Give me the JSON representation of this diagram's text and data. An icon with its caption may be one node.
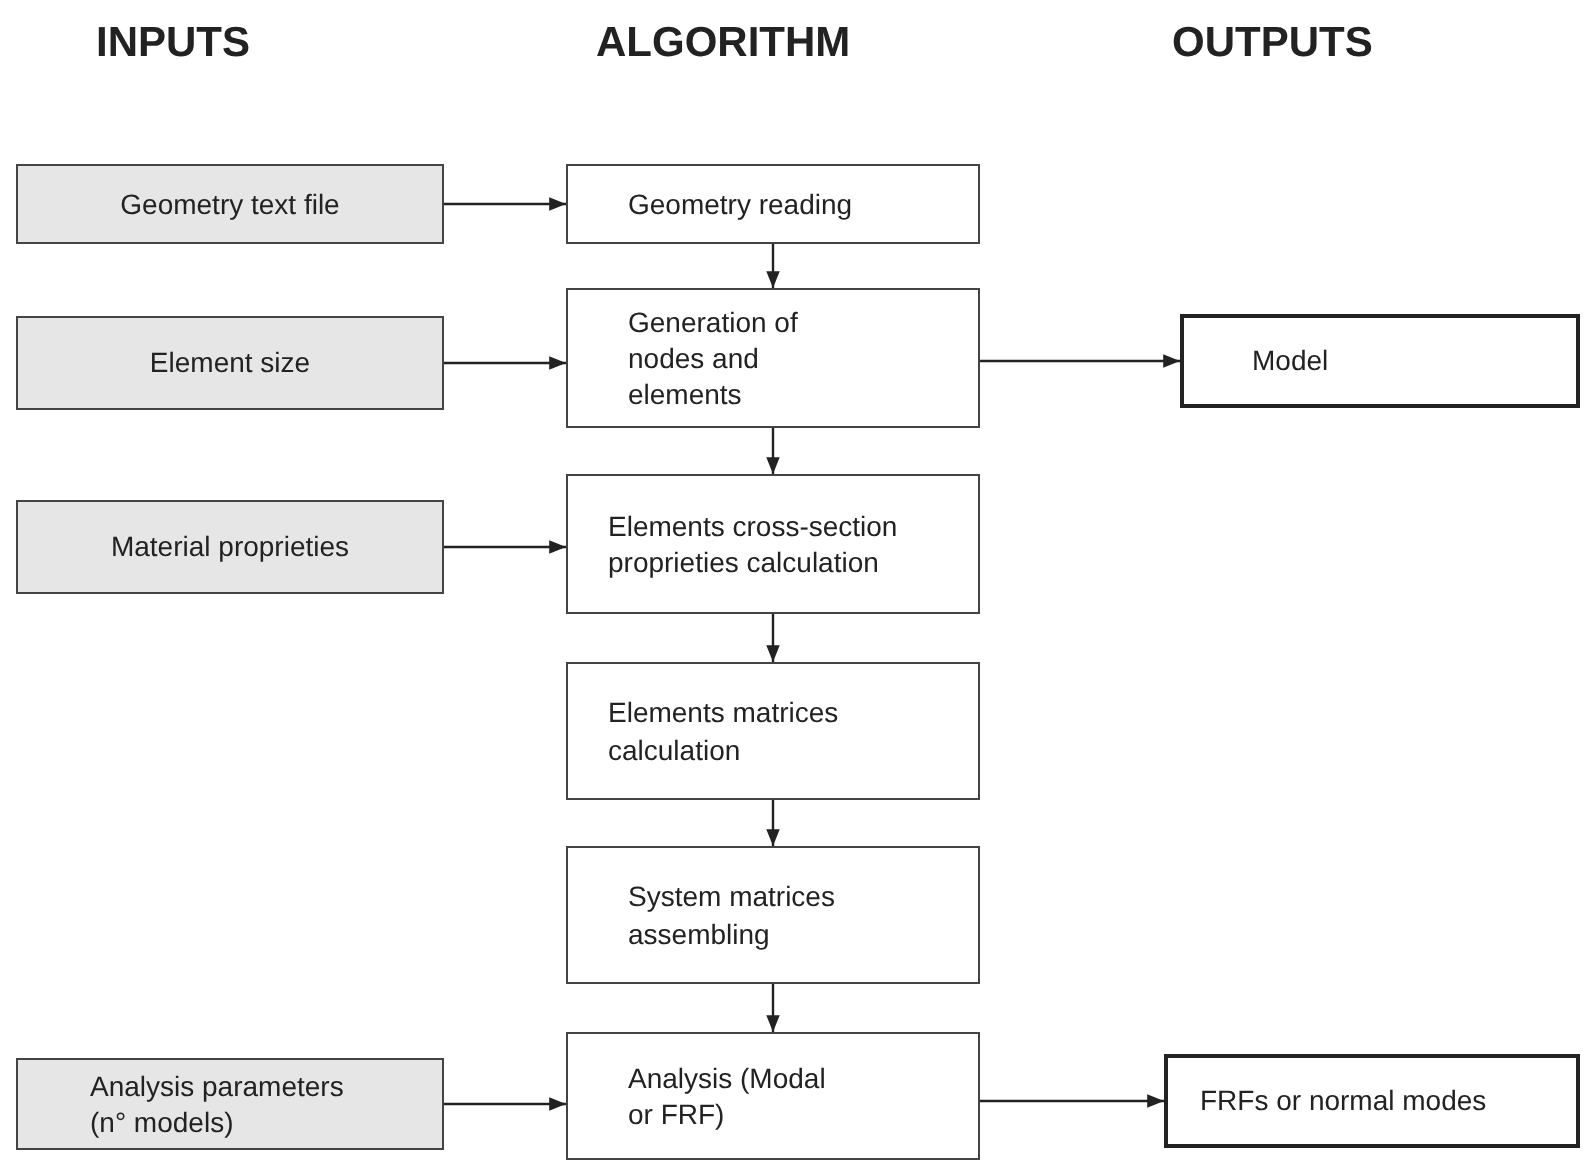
{
  "diagram": {
    "nodes": [
      {
        "text": [
          "Geometry text file"
        ]
      },
      {
        "text": [
          "Geometry reading"
        ]
      },
      {
        "text": [
          "Element size"
        ]
      },
      {
        "text": [
          "Generation of nodes and elements"
        ]
      },
      {
        "text": [
          "Model"
        ]
      },
      {
        "text": [
          "Material proprieties"
        ]
      },
      {
        "text": [
          "Elements cross-section proprieties calculation"
        ]
      },
      {
        "text": [
          "Elements matrices calculation"
        ]
      },
      {
        "text": [
          "System matrices assembling"
        ]
      },
      {
        "text": [
          "Analysis parameters (n° models)"
        ]
      },
      {
        "text": [
          "Analysis (Modal or FRF)"
        ]
      },
      {
        "text": [
          "FRFs or normal modes"
        ]
      }
    ],
    "edges": [
      {
        "from": 0,
        "to": 1,
        "arrow": "to"
      },
      {
        "from": 1,
        "to": 3,
        "arrow": "to"
      },
      {
        "from": 2,
        "to": 3,
        "arrow": "to"
      },
      {
        "from": 3,
        "to": 4,
        "arrow": "to"
      },
      {
        "from": 5,
        "to": 6,
        "arrow": "to"
      },
      {
        "from": 3,
        "to": 6,
        "arrow": "to"
      },
      {
        "from": 6,
        "to": 7,
        "arrow": "to"
      },
      {
        "from": 7,
        "to": 8,
        "arrow": "to"
      },
      {
        "from": 8,
        "to": 10,
        "arrow": "to"
      },
      {
        "from": 9,
        "to": 10,
        "arrow": "to"
      },
      {
        "from": 10,
        "to": 11,
        "arrow": "to"
      }
    ],
    "labels": [
      "INPUTS",
      "ALGORITHM",
      "OUTPUTS"
    ]
  }
}
